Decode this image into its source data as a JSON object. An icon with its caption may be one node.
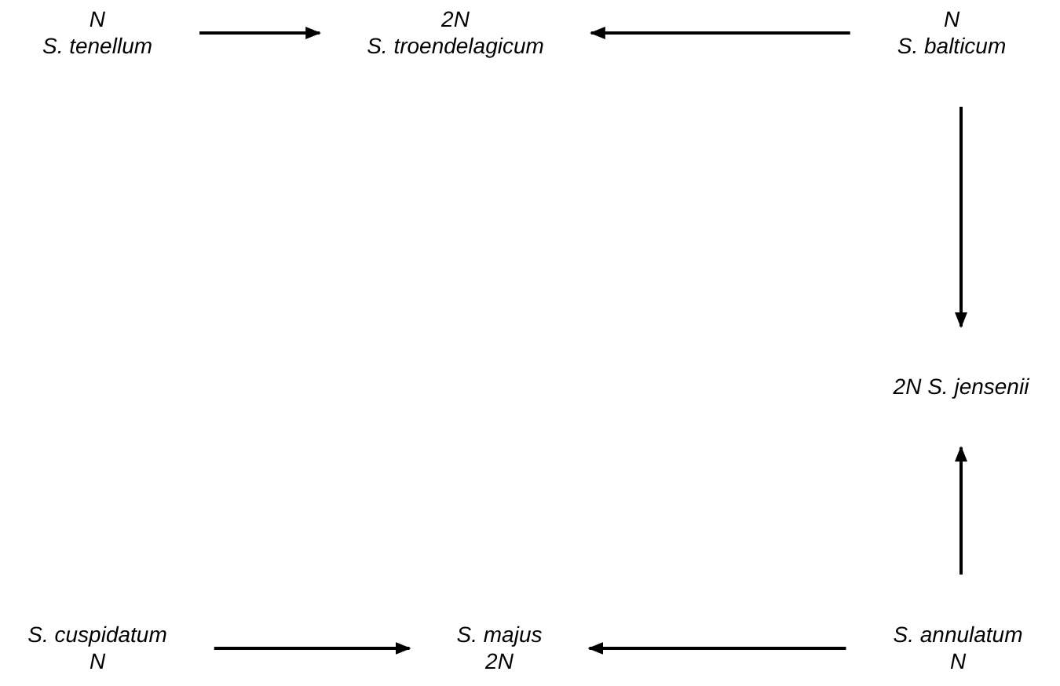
{
  "diagram": {
    "nodes": [
      {
        "text": [
          "N",
          "S. tenellum"
        ]
      },
      {
        "text": [
          "2N",
          "S. troendelagicum"
        ]
      },
      {
        "text": [
          "N",
          "S. balticum"
        ]
      },
      {
        "text": [
          "2N S. jensenii"
        ]
      },
      {
        "text": [
          "S. cuspidatum",
          "N"
        ]
      },
      {
        "text": [
          "S. majus",
          "2N"
        ]
      },
      {
        "text": [
          "S. annulatum",
          "N"
        ]
      }
    ],
    "edges": [
      {
        "from": 0,
        "to": 1,
        "arrow": "to"
      },
      {
        "from": 2,
        "to": 1,
        "arrow": "to"
      },
      {
        "from": 2,
        "to": 3,
        "arrow": "to"
      },
      {
        "from": 6,
        "to": 3,
        "arrow": "to"
      },
      {
        "from": 4,
        "to": 5,
        "arrow": "to"
      },
      {
        "from": 6,
        "to": 5,
        "arrow": "to"
      }
    ]
  }
}
